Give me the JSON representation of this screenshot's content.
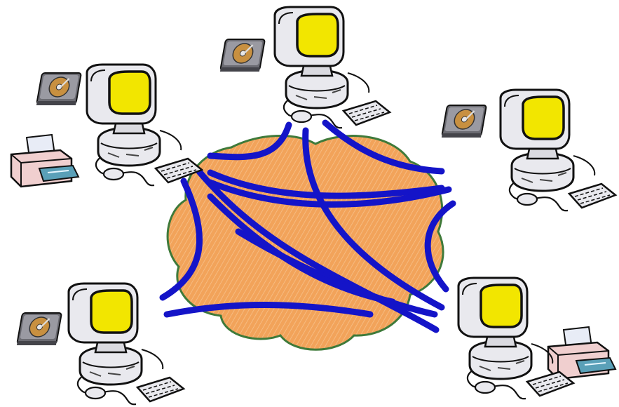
{
  "diagram": {
    "type": "network-cloud",
    "colors": {
      "cloud_fill": "#f2a35a",
      "cloud_outline": "#3f7a3a",
      "link": "#1414c8",
      "monitor_screen": "#f2e600",
      "device_body": "#e9e9ee",
      "outline": "#111111"
    },
    "nodes": [
      {
        "id": "workstation-top",
        "icon": "computer-icon",
        "peripherals": [
          "hard-disk-icon"
        ]
      },
      {
        "id": "workstation-upper-left",
        "icon": "computer-icon",
        "peripherals": [
          "hard-disk-icon",
          "printer-icon"
        ]
      },
      {
        "id": "workstation-upper-right",
        "icon": "computer-icon",
        "peripherals": [
          "hard-disk-icon"
        ]
      },
      {
        "id": "workstation-lower-left",
        "icon": "computer-icon",
        "peripherals": [
          "hard-disk-icon"
        ]
      },
      {
        "id": "workstation-lower-right",
        "icon": "computer-icon",
        "peripherals": [
          "printer-icon"
        ]
      }
    ],
    "links_count": 11
  }
}
